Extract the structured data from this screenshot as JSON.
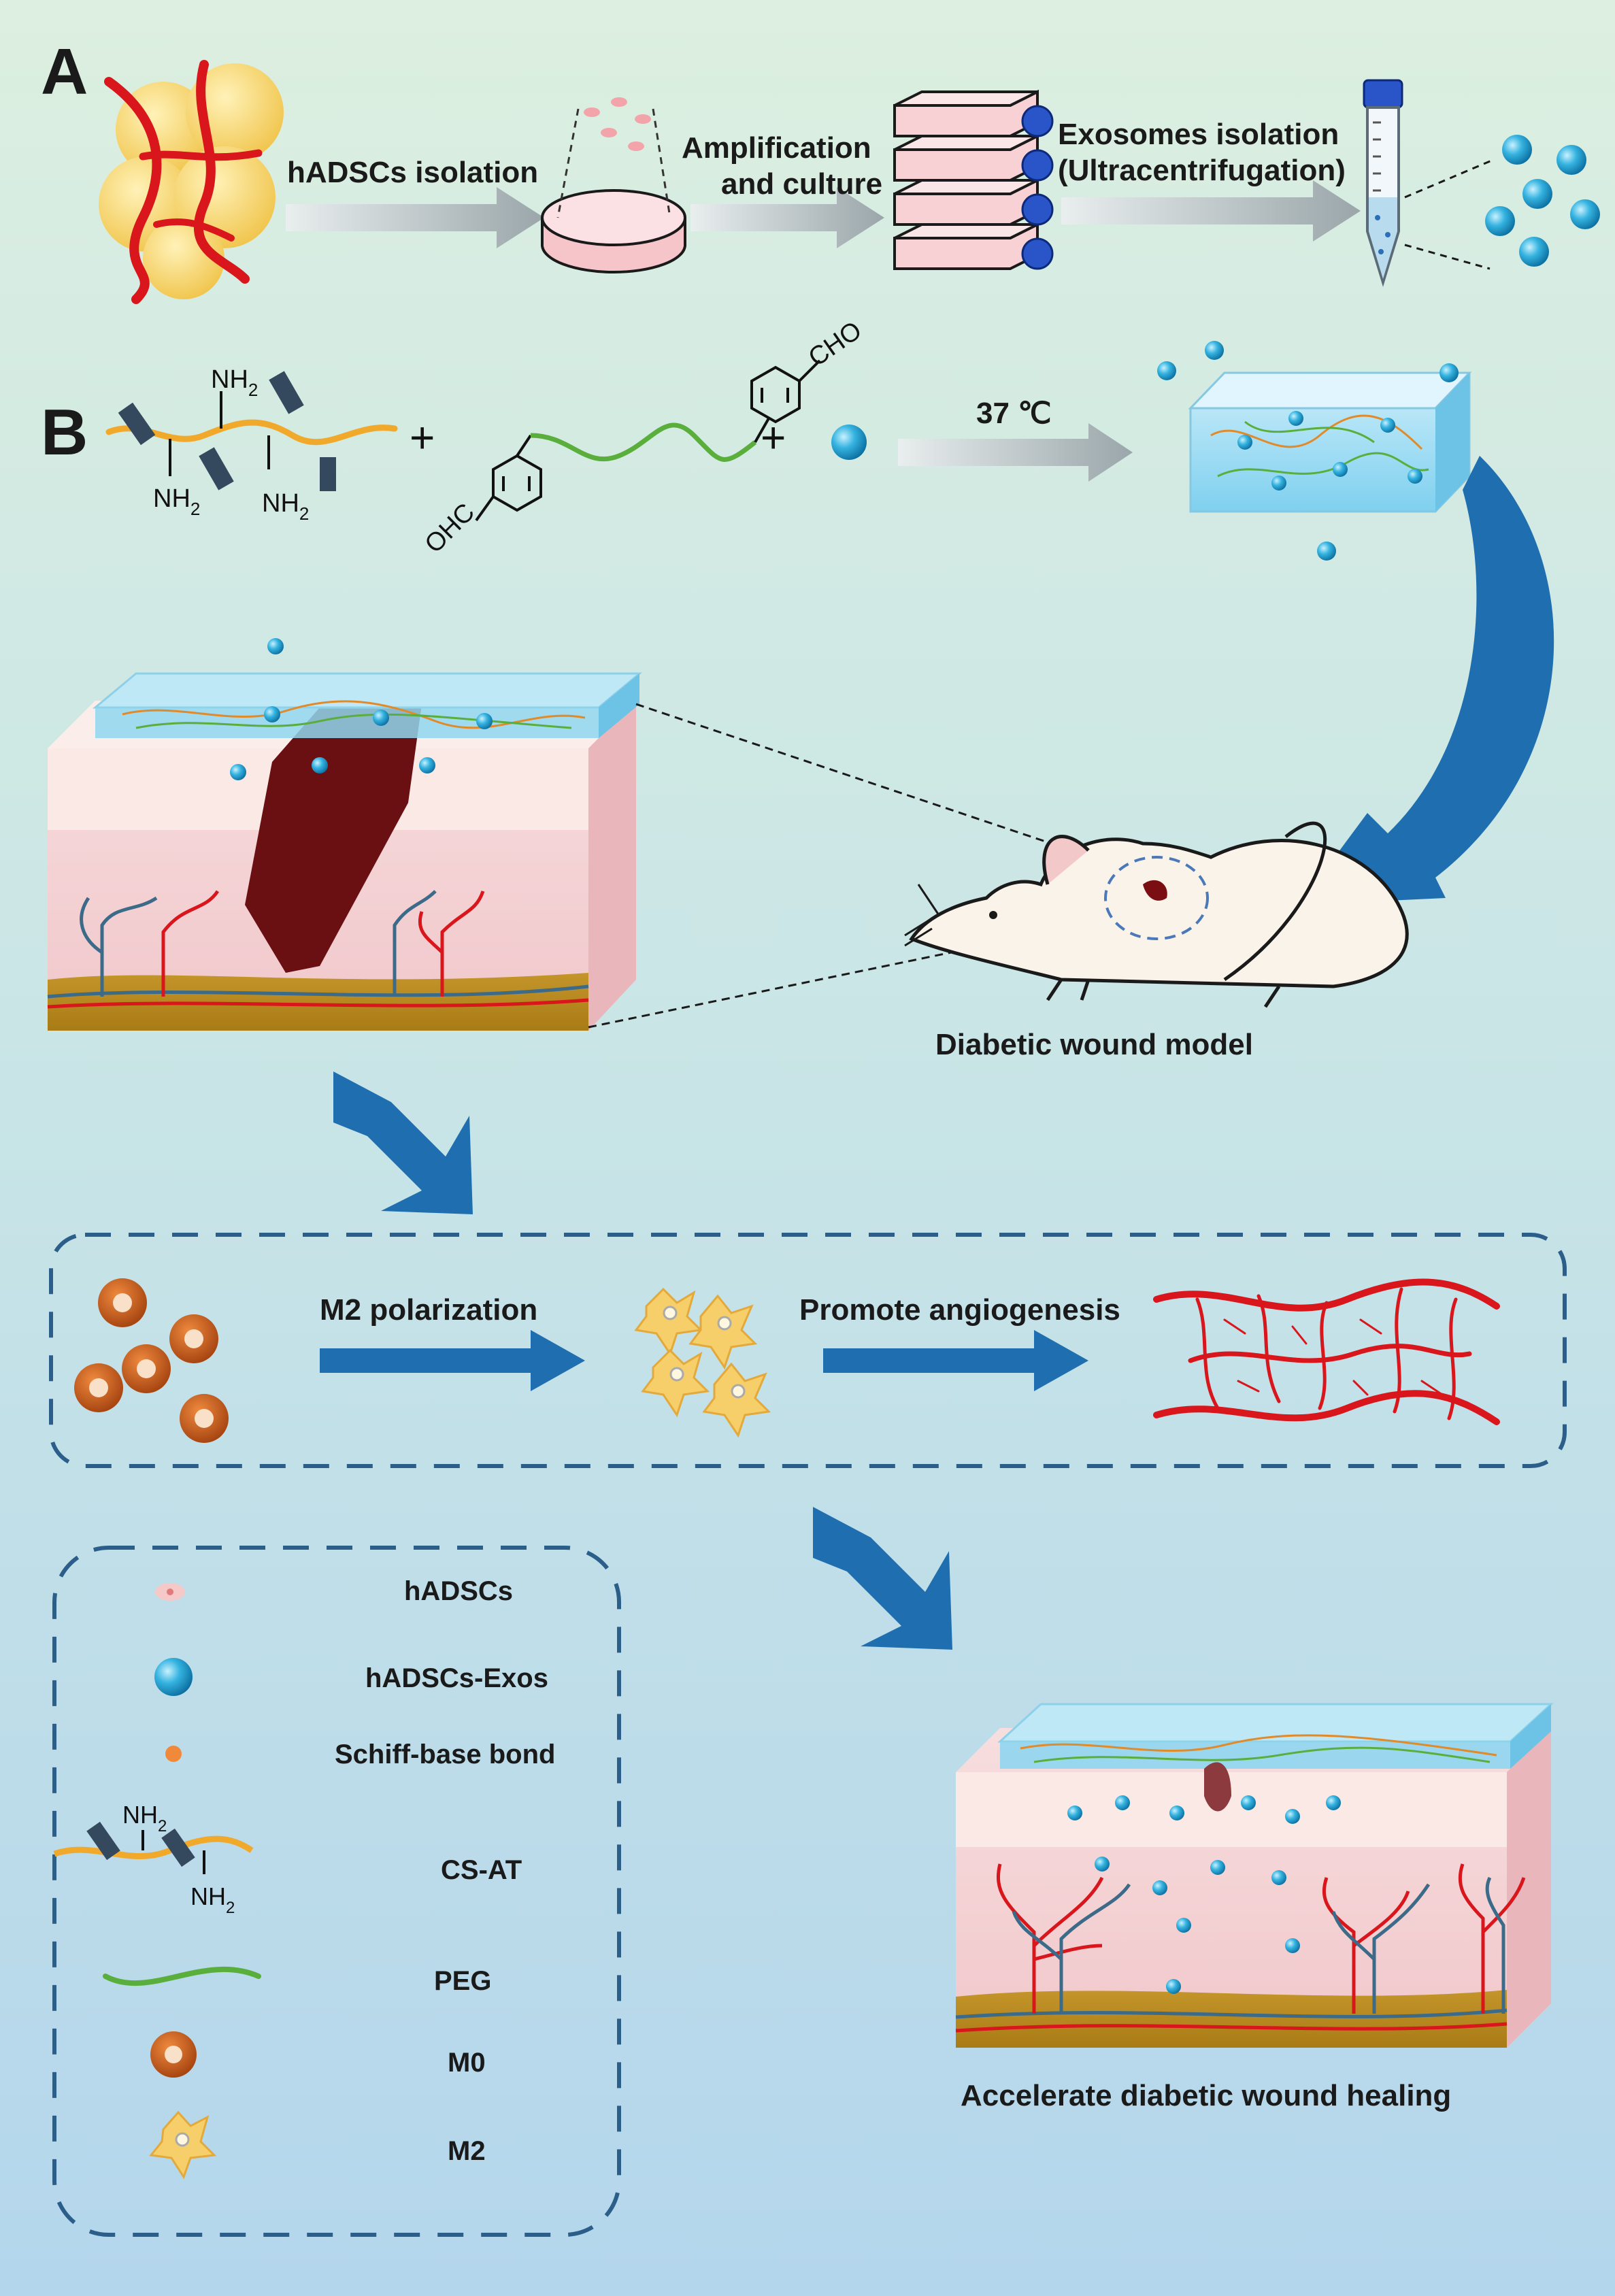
{
  "panel_a": {
    "letter": "A",
    "step1": "hADSCs isolation",
    "step2_line1": "Amplification",
    "step2_line2": "and culture",
    "step3_line1": "Exosomes isolation",
    "step3_line2": "(Ultracentrifugation)"
  },
  "panel_b": {
    "letter": "B",
    "nh2": "NH",
    "sub2": "2",
    "plus": "+",
    "cho": "CHO",
    "ohc": "OHC",
    "temperature": "37 ℃",
    "model_label": "Diabetic wound  model"
  },
  "mechanism": {
    "m2_polarization": "M2 polarization",
    "angiogenesis": "Promote angiogenesis"
  },
  "legend": {
    "hadscs": "hADSCs",
    "exos": "hADSCs-Exos",
    "schiff": "Schiff-base bond",
    "csat": "CS-AT",
    "peg": "PEG",
    "m0": "M0",
    "m2": "M2"
  },
  "outcome": "Accelerate diabetic wound healing",
  "colors": {
    "background_top": "#dcefe0",
    "background_bottom": "#b6d8ec",
    "arrow_blue": "#1f6fb0",
    "exosome": "#29a6d6",
    "vessel_red": "#d8161b",
    "chain_orange": "#f0a92a",
    "peg_green": "#5aae3c",
    "macrophage_m0": "#c8561a",
    "macrophage_m2": "#f6cf6a"
  }
}
